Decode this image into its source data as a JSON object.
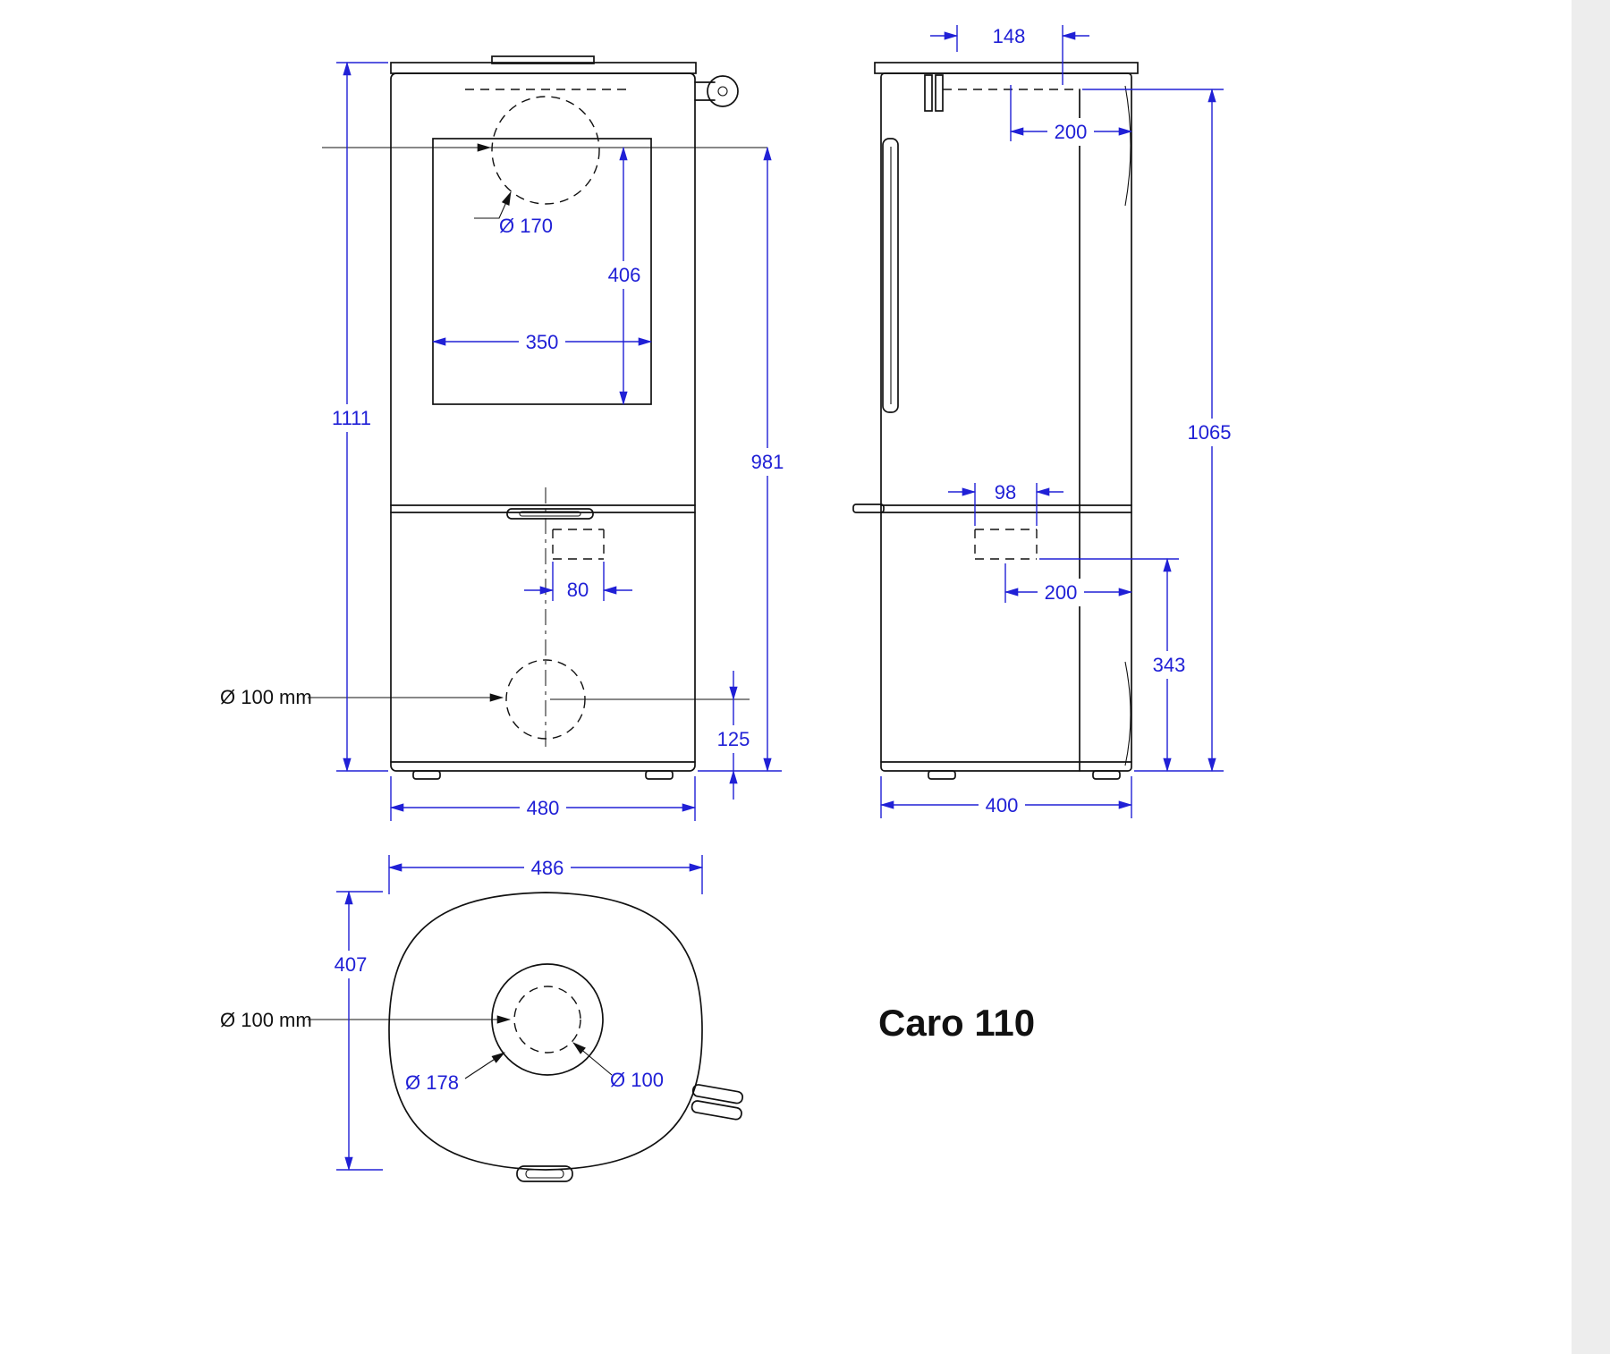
{
  "title": "Caro 110",
  "colors": {
    "dimension_blue": "#2020d6",
    "outline_black": "#111111"
  },
  "front_view": {
    "overall_height": "1111",
    "flue_center_height": "981",
    "window_height": "406",
    "window_width": "350",
    "flue_diameter": "Ø 170",
    "notch_width": "80",
    "air_inlet_label": "Ø 100 mm",
    "air_inlet_height": "125",
    "overall_width": "480"
  },
  "side_view": {
    "flue_offset": "148",
    "flue_center_from_rear": "200",
    "connection_height": "1065",
    "notch_depth": "98",
    "inlet_from_rear": "200",
    "inlet_height": "343",
    "overall_depth": "400"
  },
  "top_view": {
    "overall_width": "486",
    "overall_depth": "407",
    "air_inlet_label": "Ø 100 mm",
    "collar_diameter": "Ø 178",
    "inlet_diameter": "Ø 100"
  }
}
